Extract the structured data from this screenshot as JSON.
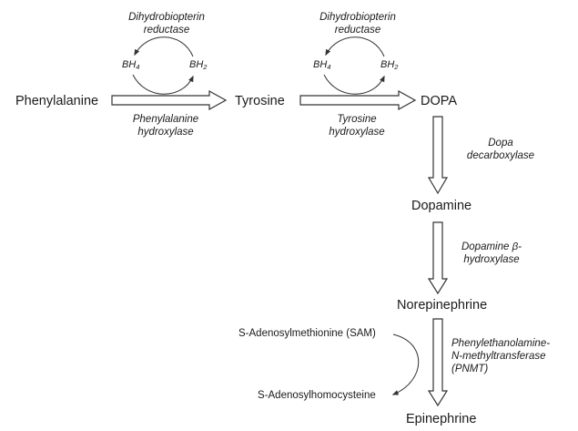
{
  "colors": {
    "ink": "#1a1a1a",
    "arrow": "#333333",
    "background": "#ffffff"
  },
  "compounds": {
    "phenylalanine": "Phenylalanine",
    "tyrosine": "Tyrosine",
    "dopa": "DOPA",
    "dopamine": "Dopamine",
    "norepinephrine": "Norepinephrine",
    "epinephrine": "Epinephrine"
  },
  "enzymes": {
    "phenylalanine_hydroxylase": [
      "Phenylalanine",
      "hydroxylase"
    ],
    "tyrosine_hydroxylase": [
      "Tyrosine",
      "hydroxylase"
    ],
    "dopa_decarboxylase": [
      "Dopa",
      "decarboxylase"
    ],
    "dopamine_beta_hydroxylase": [
      "Dopamine β-",
      "hydroxylase"
    ],
    "pnmt": [
      "Phenylethanolamine-",
      "N-methyltransferase",
      "(PNMT)"
    ]
  },
  "cofactor_cycles": [
    {
      "enzyme": [
        "Dihydrobiopterin",
        "reductase"
      ],
      "left": "BH",
      "left_sub": "4",
      "right": "BH",
      "right_sub": "2"
    },
    {
      "enzyme": [
        "Dihydrobiopterin",
        "reductase"
      ],
      "left": "BH",
      "left_sub": "4",
      "right": "BH",
      "right_sub": "2"
    }
  ],
  "methyl_donor": {
    "donor": "S-Adenosylmethionine (SAM)",
    "product": "S-Adenosylhomocysteine"
  }
}
